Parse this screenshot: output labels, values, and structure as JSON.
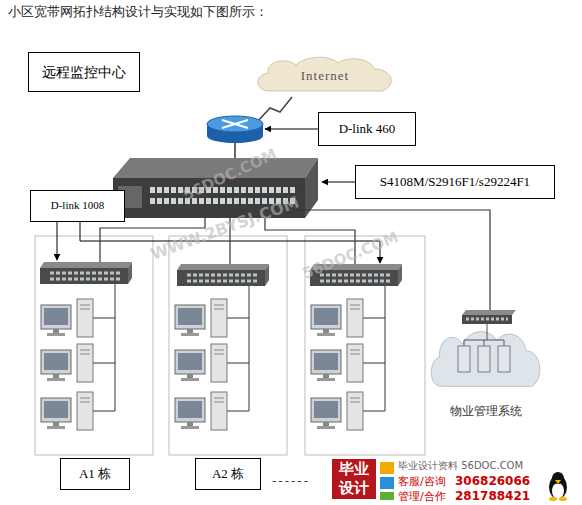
{
  "diagram": {
    "title": "小区宽带网拓扑结构设计与实现如下图所示：",
    "nodes": [
      {
        "text": [
          "远程监控中心"
        ]
      },
      {
        "text": [
          "Internet"
        ]
      },
      {
        "text": [
          "D-link 460"
        ]
      },
      {
        "text": [
          "S4108M/S2916F1/s29224F1"
        ]
      },
      {
        "text": [
          "D-link 1008"
        ]
      },
      {
        "text": [
          "物业管理系统"
        ]
      },
      {
        "text": [
          "A1 栋"
        ]
      },
      {
        "text": [
          "A2 栋"
        ]
      }
    ],
    "labels": [
      "56DOC.COM",
      "WWW.2BYSJ.COM",
      "56DOC.COM",
      "------",
      "毕业设计",
      "毕业设计资料 56DOC.COM",
      "客服/咨询",
      "306826066",
      "管理/合作",
      "281788421"
    ]
  }
}
